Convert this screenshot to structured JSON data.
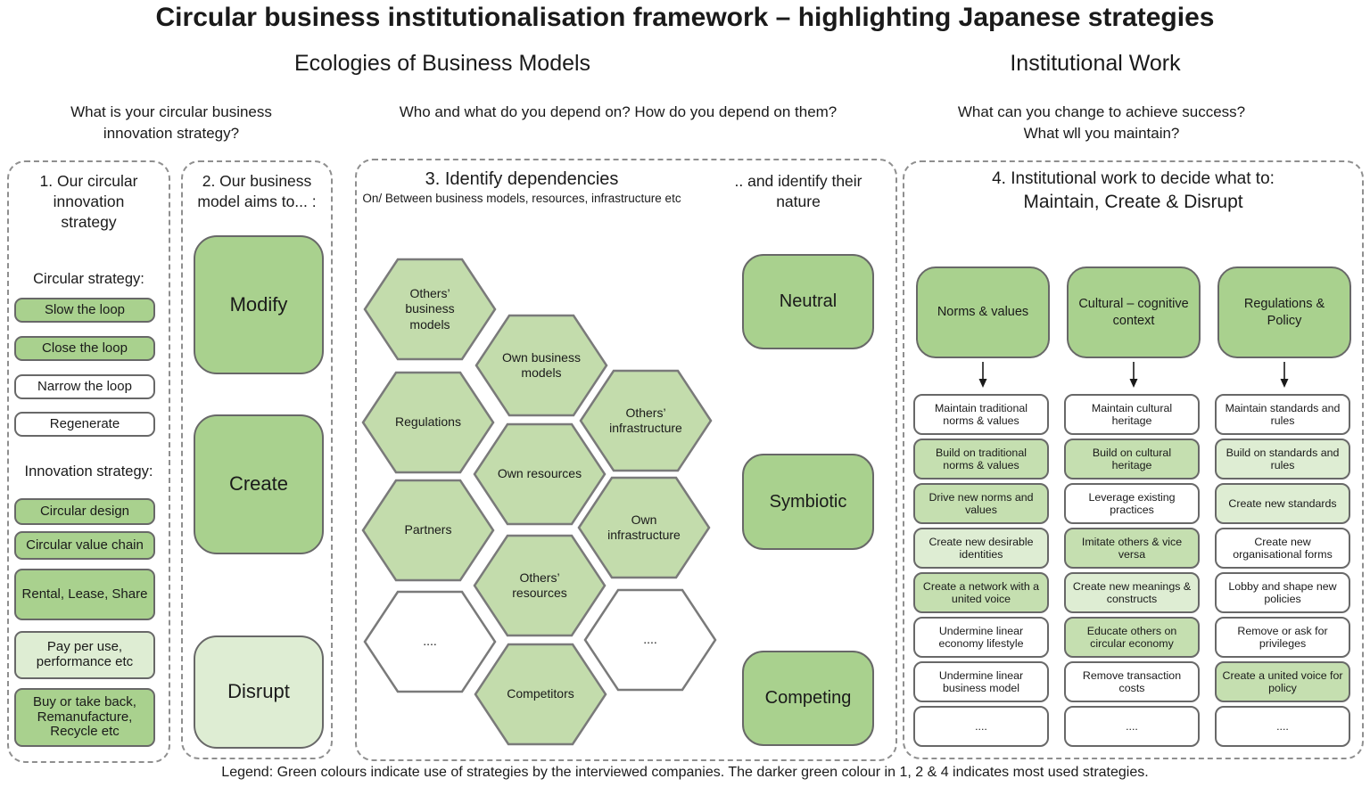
{
  "title": "Circular business institutionalisation framework – highlighting Japanese strategies",
  "legend": "Legend: Green colours indicate use of strategies by the interviewed companies. The darker green colour in 1, 2 & 4 indicates most used strategies.",
  "sections": {
    "ecologies": "Ecologies of Business Models",
    "institutional": "Institutional Work"
  },
  "questions": {
    "q1": "What is your circular business innovation strategy?",
    "q2": "Who and what do you depend on? How do you depend on them?",
    "q3": "What can you change to achieve success? What wll you maintain?"
  },
  "colors": {
    "green_most_used": "#a9d18e",
    "green_used": "#c5dfb0",
    "green_light": "#deedd3",
    "hexagon_green": "#c3dcac",
    "box_border": "#686868",
    "dashed_border": "#8f8f8f"
  },
  "panel1": {
    "title": "1. Our circular innovation strategy",
    "group1_label": "Circular strategy:",
    "group1": [
      {
        "label": "Slow the loop",
        "shade": "green"
      },
      {
        "label": "Close the loop",
        "shade": "green"
      },
      {
        "label": "Narrow the loop",
        "shade": "white"
      },
      {
        "label": "Regenerate",
        "shade": "white"
      }
    ],
    "group2_label": "Innovation strategy:",
    "group2": [
      {
        "label": "Circular design",
        "shade": "green"
      },
      {
        "label": "Circular value chain",
        "shade": "green"
      },
      {
        "label": "Rental, Lease, Share",
        "shade": "green"
      },
      {
        "label": "Pay per use, performance etc",
        "shade": "light"
      },
      {
        "label": "Buy or take back, Remanufacture, Recycle etc",
        "shade": "green"
      }
    ]
  },
  "panel2": {
    "title": "2. Our business model aims to... :",
    "items": [
      {
        "label": "Modify",
        "shade": "green"
      },
      {
        "label": "Create",
        "shade": "green"
      },
      {
        "label": "Disrupt",
        "shade": "light"
      }
    ]
  },
  "panel3": {
    "title": "3. Identify dependencies",
    "subtitle": "On/ Between business models, resources, infrastructure etc",
    "nature_title": ".. and identify their nature",
    "hexagons": [
      {
        "label": "Others’ business models",
        "shade": "green"
      },
      {
        "label": "Own business models",
        "shade": "green"
      },
      {
        "label": "Regulations",
        "shade": "green"
      },
      {
        "label": "Others’ infrastructure",
        "shade": "green"
      },
      {
        "label": "Own resources",
        "shade": "green"
      },
      {
        "label": "Partners",
        "shade": "green"
      },
      {
        "label": "Own infrastructure",
        "shade": "green"
      },
      {
        "label": "Others’ resources",
        "shade": "green"
      },
      {
        "label": "....",
        "shade": "white"
      },
      {
        "label": "....",
        "shade": "white"
      },
      {
        "label": "Competitors",
        "shade": "green"
      }
    ],
    "nature_items": [
      {
        "label": "Neutral",
        "shade": "green"
      },
      {
        "label": "Symbiotic",
        "shade": "green"
      },
      {
        "label": "Competing",
        "shade": "green"
      }
    ]
  },
  "panel4": {
    "title_line1": "4. Institutional work to decide what to:",
    "title_line2": "Maintain, Create & Disrupt",
    "columns": [
      {
        "header": "Norms & values",
        "items": [
          {
            "label": "Maintain traditional norms & values",
            "shade": "white"
          },
          {
            "label": "Build on traditional norms & values",
            "shade": "medium"
          },
          {
            "label": "Drive new norms and values",
            "shade": "medium"
          },
          {
            "label": "Create new desirable identities",
            "shade": "light"
          },
          {
            "label": "Create a network with a united voice",
            "shade": "medium"
          },
          {
            "label": "Undermine linear economy lifestyle",
            "shade": "white"
          },
          {
            "label": "Undermine linear business model",
            "shade": "white"
          },
          {
            "label": "....",
            "shade": "white"
          }
        ]
      },
      {
        "header": "Cultural – cognitive context",
        "items": [
          {
            "label": "Maintain cultural heritage",
            "shade": "white"
          },
          {
            "label": "Build on cultural heritage",
            "shade": "medium"
          },
          {
            "label": "Leverage existing practices",
            "shade": "white"
          },
          {
            "label": "Imitate others & vice versa",
            "shade": "medium"
          },
          {
            "label": "Create new meanings & constructs",
            "shade": "light"
          },
          {
            "label": "Educate others on circular economy",
            "shade": "medium"
          },
          {
            "label": "Remove transaction costs",
            "shade": "white"
          },
          {
            "label": "....",
            "shade": "white"
          }
        ]
      },
      {
        "header": "Regulations & Policy",
        "items": [
          {
            "label": "Maintain standards and rules",
            "shade": "white"
          },
          {
            "label": "Build on standards and rules",
            "shade": "light"
          },
          {
            "label": "Create new standards",
            "shade": "light"
          },
          {
            "label": "Create new organisational forms",
            "shade": "white"
          },
          {
            "label": "Lobby and shape new policies",
            "shade": "white"
          },
          {
            "label": "Remove or ask for privileges",
            "shade": "white"
          },
          {
            "label": "Create a united voice for policy",
            "shade": "medium"
          },
          {
            "label": "....",
            "shade": "white"
          }
        ]
      }
    ]
  }
}
